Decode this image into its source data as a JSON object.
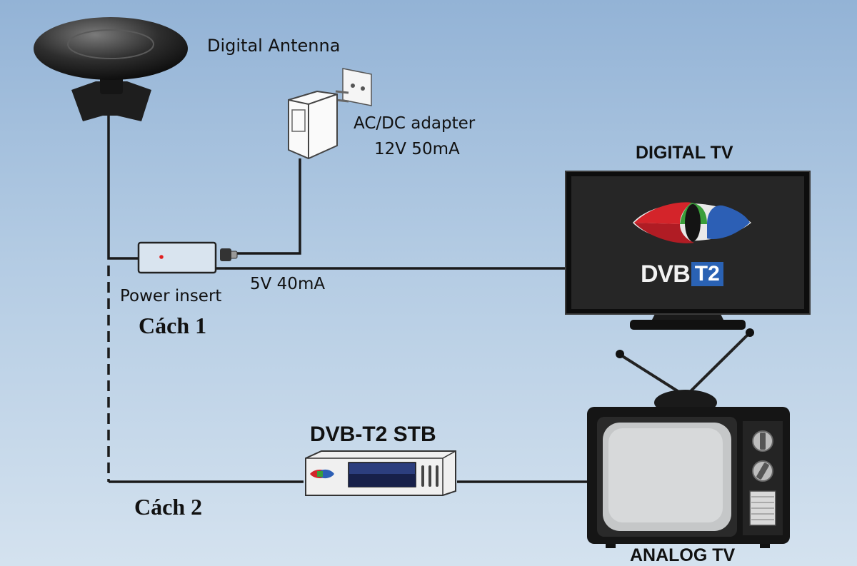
{
  "labels": {
    "antenna": "Digital Antenna",
    "adapter_line1": "AC/DC adapter",
    "adapter_line2": "12V 50mA",
    "digital_tv": "DIGITAL TV",
    "power_insert": "Power insert",
    "power_output": "5V 40mA",
    "method1": "Cách 1",
    "stb": "DVB-T2 STB",
    "method2": "Cách 2",
    "analog_tv": "ANALOG TV"
  },
  "logo": {
    "dvb": "DVB",
    "t2": "T2"
  },
  "colors": {
    "wire": "#1a1a1a",
    "dvb_blue": "#2a62b4",
    "eye_red": "#d4242a",
    "eye_green": "#3a9e3a",
    "eye_blue": "#2c5fb5"
  }
}
